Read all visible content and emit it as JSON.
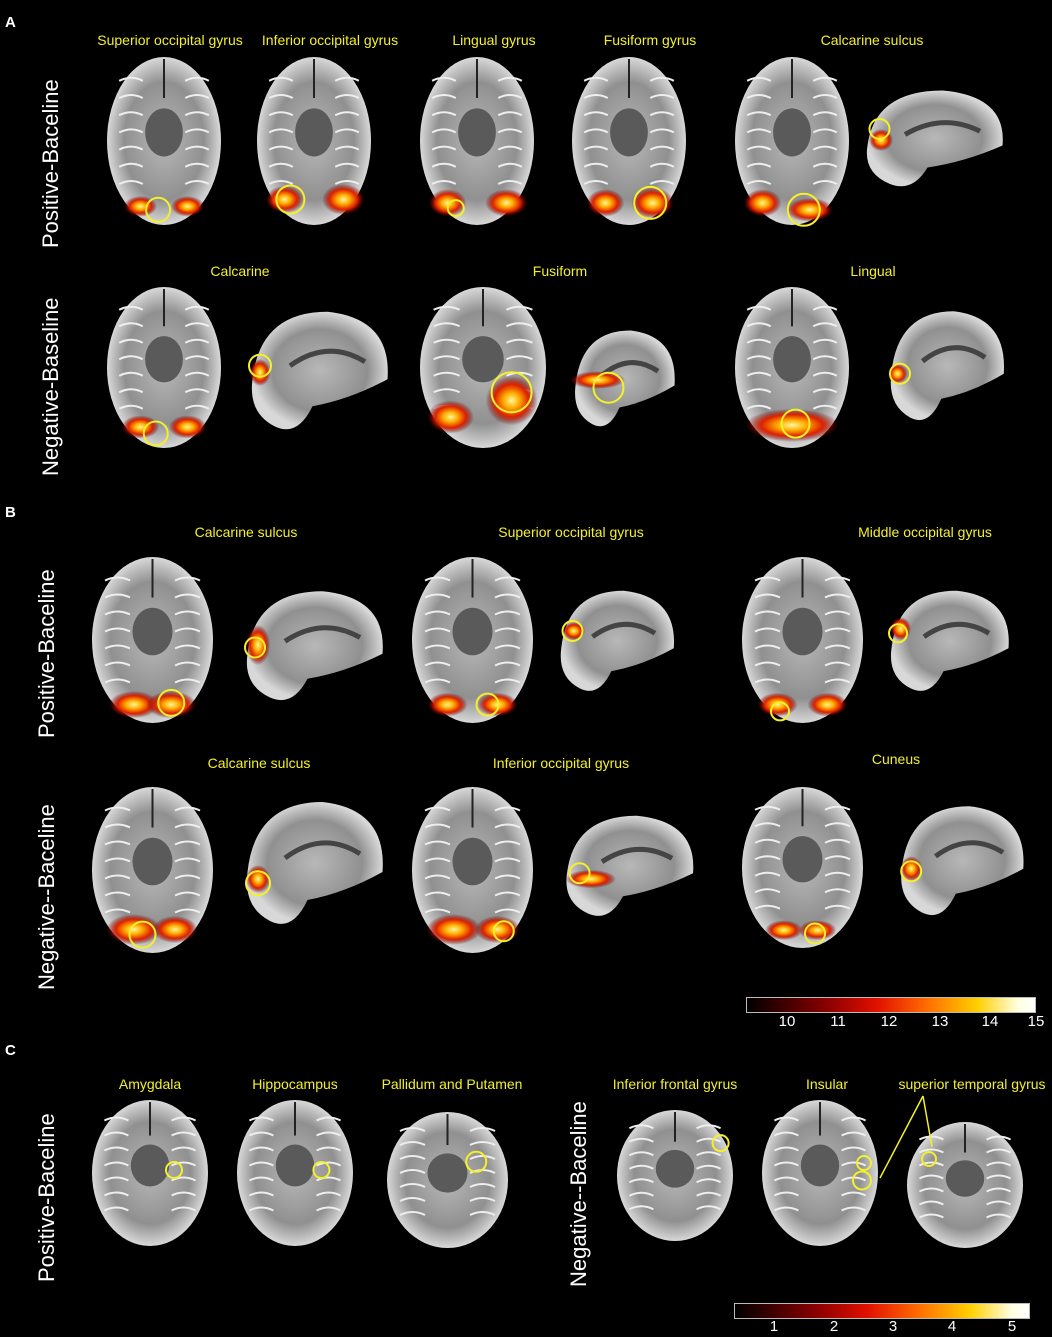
{
  "panels": {
    "A": {
      "letter": "A",
      "rows": [
        {
          "label": "Positive-Baceline",
          "regions": [
            "Superior occipital gyrus",
            "Inferior occipital gyrus",
            "Lingual gyrus",
            "Fusiform gyrus",
            "Calcarine sulcus"
          ]
        },
        {
          "label": "Negative-Baseline",
          "regions": [
            "Calcarine",
            "Fusiform",
            "Lingual"
          ]
        }
      ]
    },
    "B": {
      "letter": "B",
      "rows": [
        {
          "label": "Positive-Baceline",
          "regions": [
            "Calcarine sulcus",
            "Superior occipital gyrus",
            "Middle occipital gyrus"
          ]
        },
        {
          "label": "Negative--Baceline",
          "regions": [
            "Calcarine sulcus",
            "Inferior occipital gyrus",
            "Cuneus"
          ]
        }
      ]
    },
    "C": {
      "letter": "C",
      "positive": {
        "label": "Positive-Baceline",
        "regions": [
          "Amygdala",
          "Hippocampus",
          "Pallidum and Putamen"
        ]
      },
      "negative": {
        "label": "Negative--Baceline",
        "regions": [
          "Inferior frontal gyrus",
          "Insular",
          "superior temporal gyrus"
        ]
      }
    }
  },
  "colorbars": {
    "top": {
      "ticks": [
        "10",
        "11",
        "12",
        "13",
        "14",
        "15"
      ]
    },
    "bottom": {
      "ticks": [
        "1",
        "2",
        "3",
        "4",
        "5"
      ]
    }
  },
  "colors": {
    "label": "#f4f02a",
    "circle": "#f4f02a",
    "background": "#000000"
  }
}
